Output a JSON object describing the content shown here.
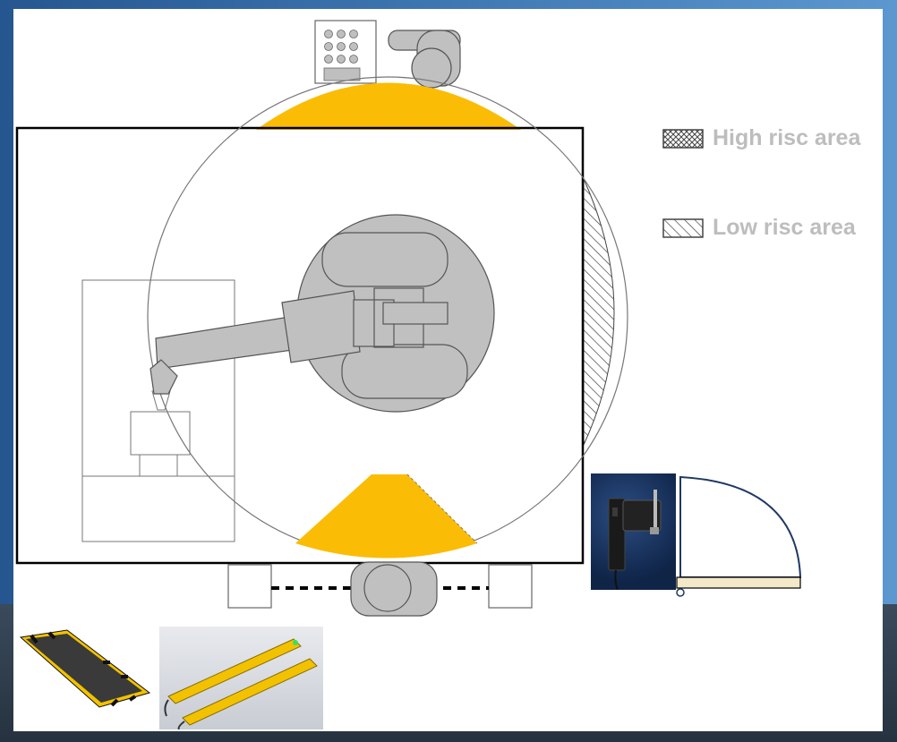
{
  "legend": {
    "high": {
      "label": "High risc area",
      "pattern": "crosshatch"
    },
    "low": {
      "label": "Low risc area",
      "pattern": "diagonal"
    }
  },
  "colors": {
    "hazard_zone": "#fbbc05",
    "machine_fill": "#c0c0c0",
    "machine_stroke": "#505050",
    "fence": "#000000",
    "door_arc": "#1f3864",
    "door_hinge_bar": "#f3e8c8",
    "legend_text": "#bdbdbd"
  },
  "images": {
    "door_switch": "door-interlock-switch",
    "safety_mat": "safety-mat",
    "light_curtain": "light-curtain"
  }
}
